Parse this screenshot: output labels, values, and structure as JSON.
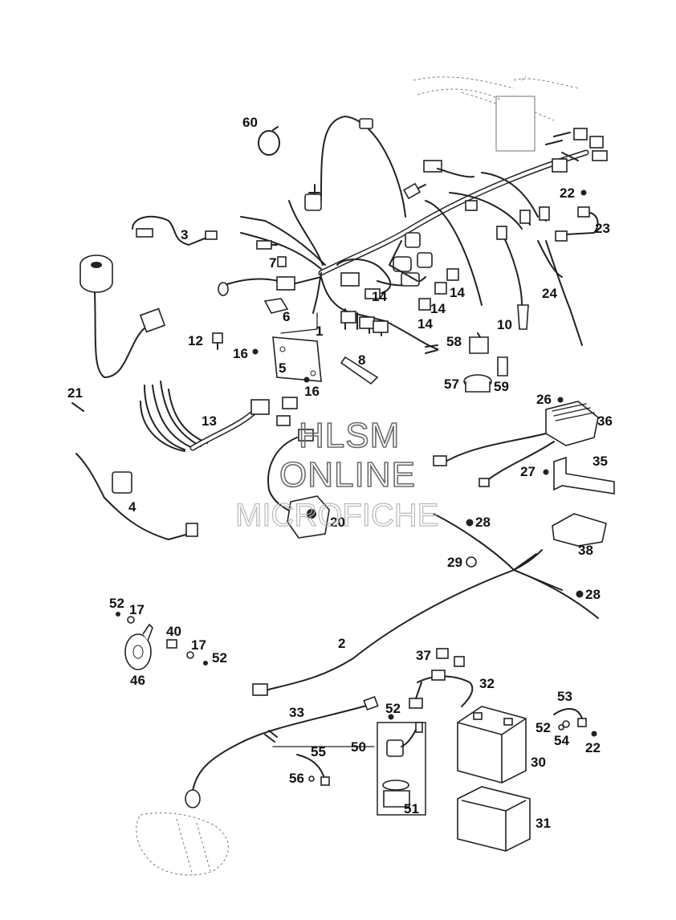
{
  "watermark": {
    "line1": "HLSM",
    "line2": "ONLINE",
    "line3": "MICROFICHE"
  },
  "callouts": [
    {
      "id": "c60",
      "text": "60"
    },
    {
      "id": "c3",
      "text": "3"
    },
    {
      "id": "c7",
      "text": "7"
    },
    {
      "id": "c1",
      "text": "1"
    },
    {
      "id": "c6",
      "text": "6"
    },
    {
      "id": "c12",
      "text": "12"
    },
    {
      "id": "c16a",
      "text": "16"
    },
    {
      "id": "c5",
      "text": "5"
    },
    {
      "id": "c8",
      "text": "8"
    },
    {
      "id": "c16b",
      "text": "16"
    },
    {
      "id": "c14a",
      "text": "14"
    },
    {
      "id": "c14b",
      "text": "14"
    },
    {
      "id": "c14c",
      "text": "14"
    },
    {
      "id": "c14d",
      "text": "14"
    },
    {
      "id": "c22a",
      "text": "22"
    },
    {
      "id": "c23",
      "text": "23"
    },
    {
      "id": "c24",
      "text": "24"
    },
    {
      "id": "c10",
      "text": "10"
    },
    {
      "id": "c58",
      "text": "58"
    },
    {
      "id": "c57",
      "text": "57"
    },
    {
      "id": "c59",
      "text": "59"
    },
    {
      "id": "c21",
      "text": "21"
    },
    {
      "id": "c13",
      "text": "13"
    },
    {
      "id": "c26",
      "text": "26"
    },
    {
      "id": "c36",
      "text": "36"
    },
    {
      "id": "c35",
      "text": "35"
    },
    {
      "id": "c27",
      "text": "27"
    },
    {
      "id": "c4",
      "text": "4"
    },
    {
      "id": "c20",
      "text": "20"
    },
    {
      "id": "c28a",
      "text": "28"
    },
    {
      "id": "c38",
      "text": "38"
    },
    {
      "id": "c29",
      "text": "29"
    },
    {
      "id": "c28b",
      "text": "28"
    },
    {
      "id": "c52a",
      "text": "52"
    },
    {
      "id": "c17a",
      "text": "17"
    },
    {
      "id": "c40",
      "text": "40"
    },
    {
      "id": "c17b",
      "text": "17"
    },
    {
      "id": "c52b",
      "text": "52"
    },
    {
      "id": "c46",
      "text": "46"
    },
    {
      "id": "c2",
      "text": "2"
    },
    {
      "id": "c37",
      "text": "37"
    },
    {
      "id": "c32",
      "text": "32"
    },
    {
      "id": "c33",
      "text": "33"
    },
    {
      "id": "c52c",
      "text": "52"
    },
    {
      "id": "c53",
      "text": "53"
    },
    {
      "id": "c52d",
      "text": "52"
    },
    {
      "id": "c54",
      "text": "54"
    },
    {
      "id": "c22b",
      "text": "22"
    },
    {
      "id": "c50",
      "text": "50"
    },
    {
      "id": "c55",
      "text": "55"
    },
    {
      "id": "c56",
      "text": "56"
    },
    {
      "id": "c30",
      "text": "30"
    },
    {
      "id": "c51",
      "text": "51"
    },
    {
      "id": "c31",
      "text": "31"
    }
  ]
}
